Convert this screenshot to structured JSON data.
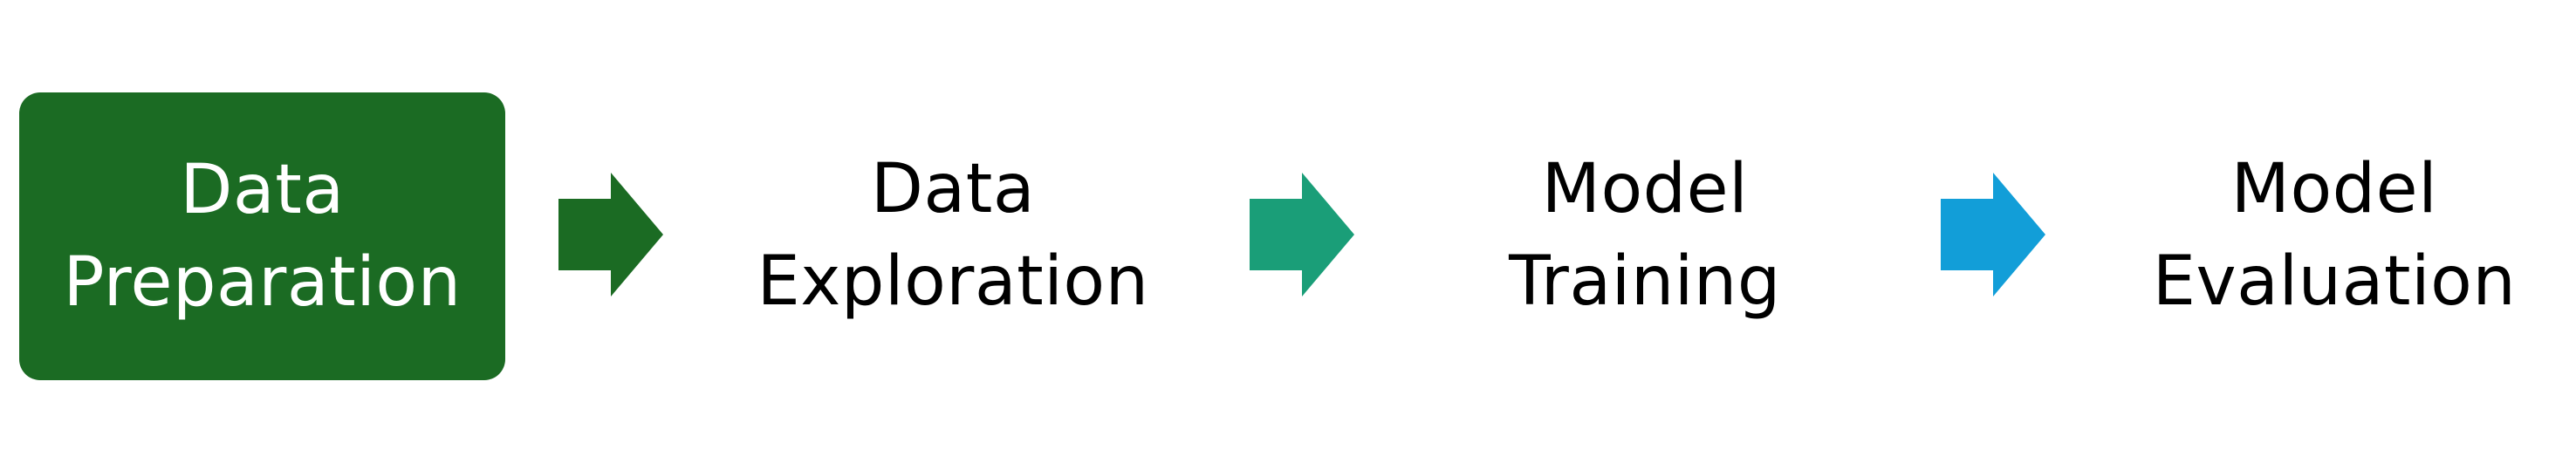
{
  "diagram": {
    "steps": [
      {
        "lines": [
          "Data",
          "Preparation"
        ],
        "highlighted": true,
        "fill": "#1b6b23",
        "text_color": "#ffffff"
      },
      {
        "lines": [
          "Data",
          "Exploration"
        ],
        "highlighted": false,
        "text_color": "#000000"
      },
      {
        "lines": [
          "Model",
          "Training"
        ],
        "highlighted": false,
        "text_color": "#000000"
      },
      {
        "lines": [
          "Model",
          "Evaluation"
        ],
        "highlighted": false,
        "text_color": "#000000"
      }
    ],
    "connectors": [
      {
        "from": 0,
        "to": 1,
        "icon": "right-arrow-icon",
        "color": "#1b6b23"
      },
      {
        "from": 1,
        "to": 2,
        "icon": "right-arrow-icon",
        "color": "#1a9e78"
      },
      {
        "from": 2,
        "to": 3,
        "icon": "right-arrow-icon",
        "color": "#129ed8"
      }
    ]
  }
}
